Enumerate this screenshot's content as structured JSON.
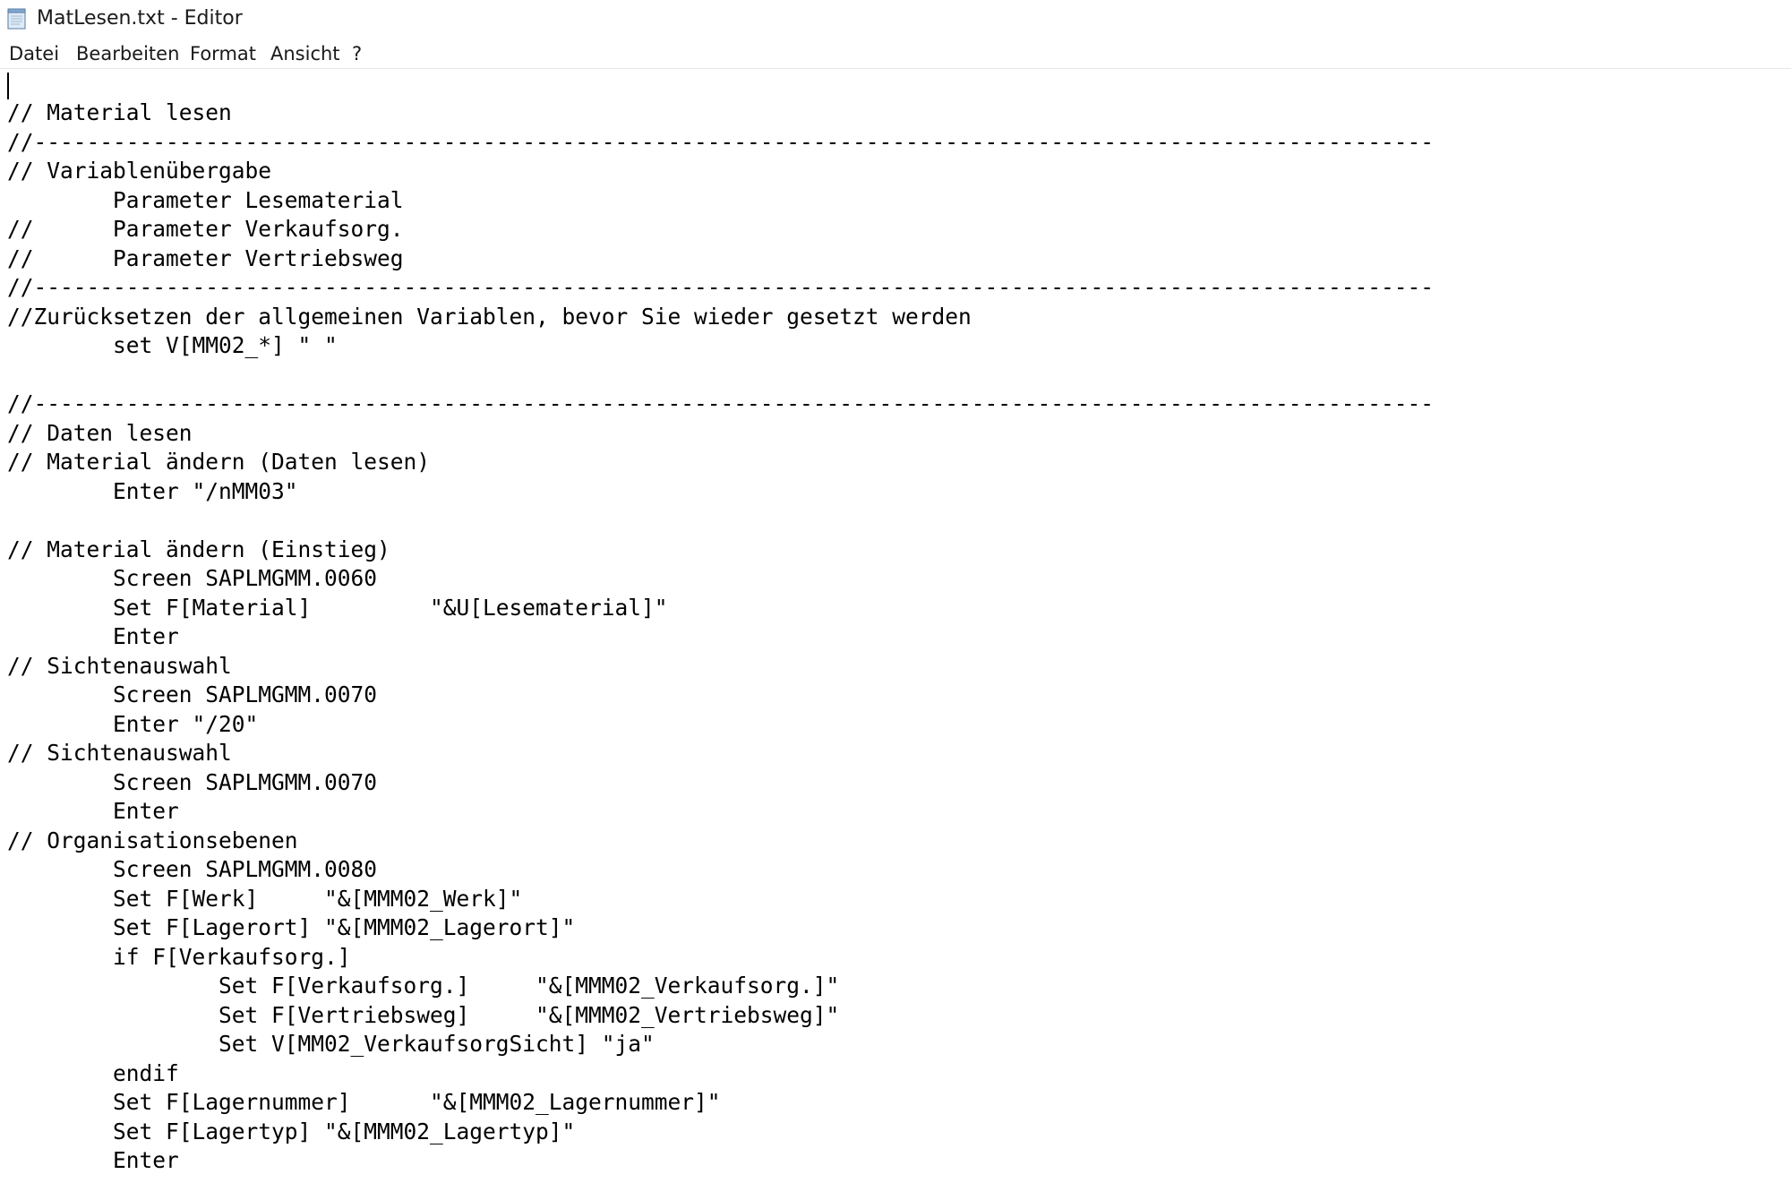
{
  "window": {
    "title": "MatLesen.txt - Editor",
    "icon": "notepad-icon"
  },
  "menu": [
    "Datei",
    "Bearbeiten",
    "Format",
    "Ansicht",
    "?"
  ],
  "editor": {
    "lines": [
      "",
      "// Material lesen",
      "//----------------------------------------------------------------------------------------------------------",
      "// Variablenübergabe",
      "        Parameter Lesematerial",
      "//      Parameter Verkaufsorg.",
      "//      Parameter Vertriebsweg",
      "//----------------------------------------------------------------------------------------------------------",
      "//Zurücksetzen der allgemeinen Variablen, bevor Sie wieder gesetzt werden",
      "        set V[MM02_*] \" \"",
      "",
      "//----------------------------------------------------------------------------------------------------------",
      "// Daten lesen",
      "// Material ändern (Daten lesen)",
      "        Enter \"/nMM03\"",
      "",
      "// Material ändern (Einstieg)",
      "        Screen SAPLMGMM.0060",
      "        Set F[Material]         \"&U[Lesematerial]\"",
      "        Enter",
      "// Sichtenauswahl",
      "        Screen SAPLMGMM.0070",
      "        Enter \"/20\"",
      "// Sichtenauswahl",
      "        Screen SAPLMGMM.0070",
      "        Enter",
      "// Organisationsebenen",
      "        Screen SAPLMGMM.0080",
      "        Set F[Werk]     \"&[MMM02_Werk]\"",
      "        Set F[Lagerort] \"&[MMM02_Lagerort]\"",
      "        if F[Verkaufsorg.]",
      "                Set F[Verkaufsorg.]     \"&[MMM02_Verkaufsorg.]\"",
      "                Set F[Vertriebsweg]     \"&[MMM02_Vertriebsweg]\"",
      "                Set V[MM02_VerkaufsorgSicht] \"ja\"",
      "        endif",
      "        Set F[Lagernummer]      \"&[MMM02_Lagernummer]\"",
      "        Set F[Lagertyp] \"&[MMM02_Lagertyp]\"",
      "        Enter"
    ]
  }
}
